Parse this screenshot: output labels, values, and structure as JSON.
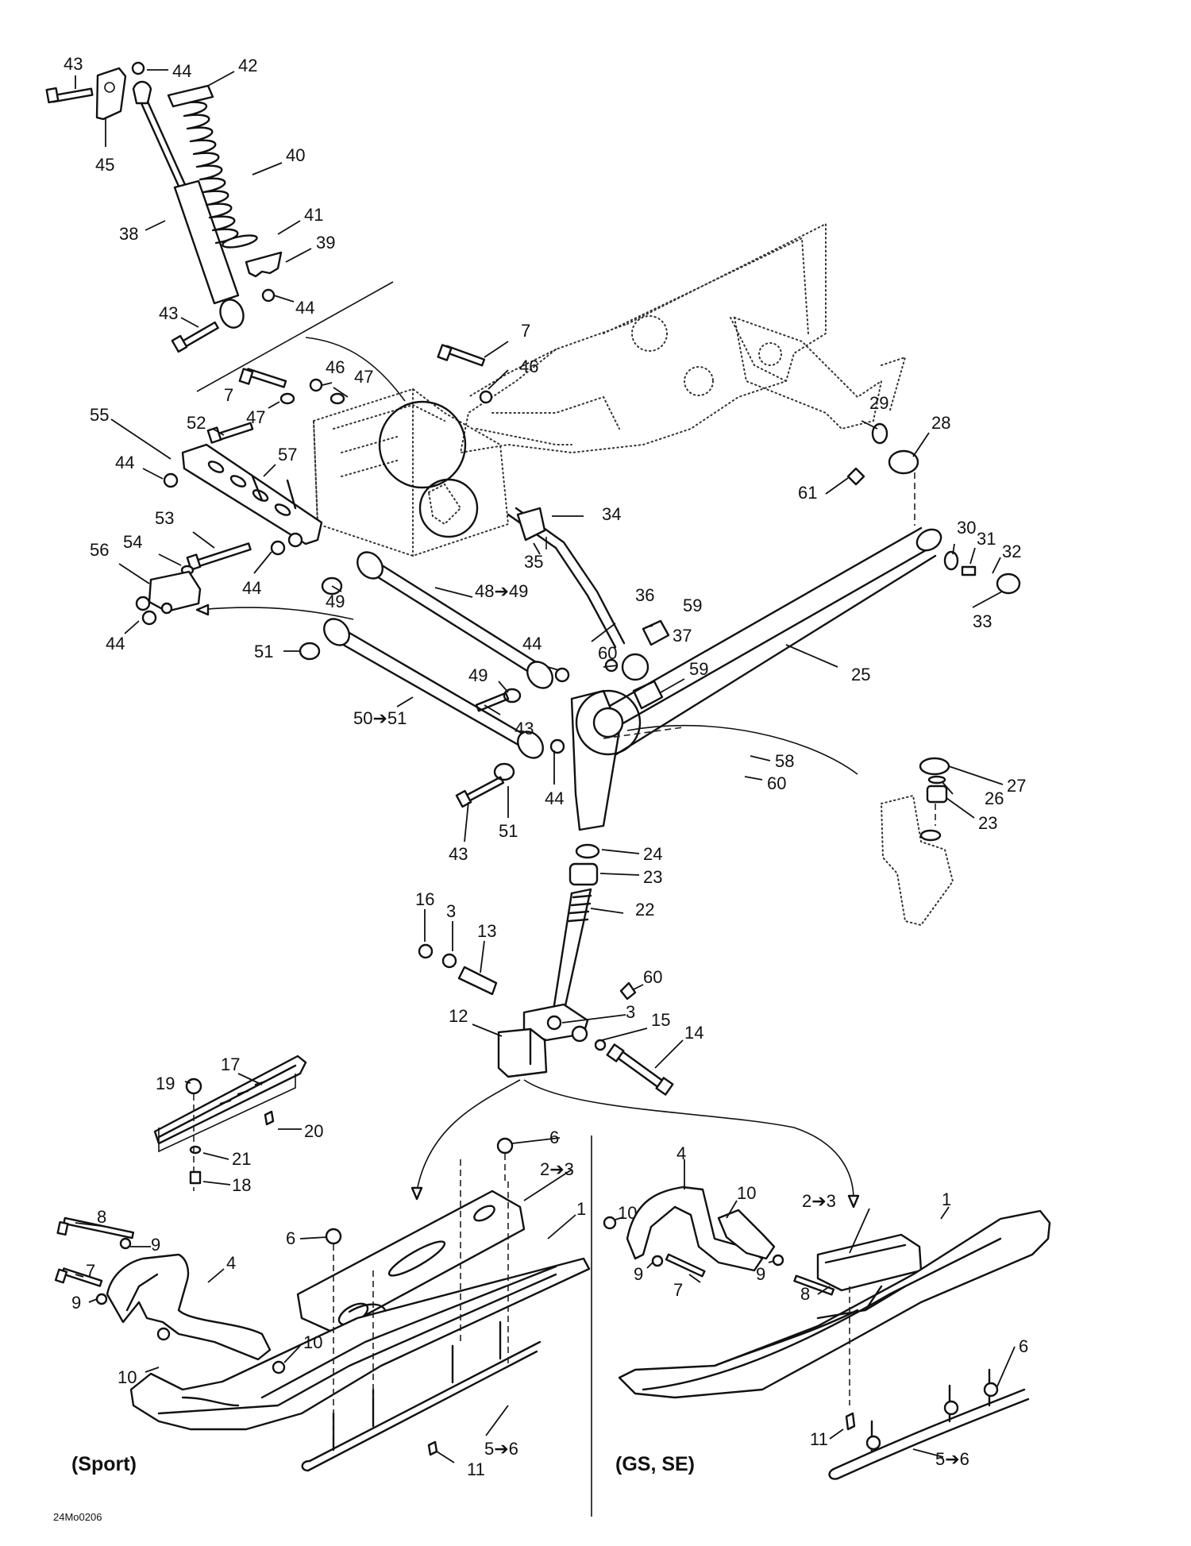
{
  "diagram": {
    "callouts": {
      "c43a": "43",
      "c44a": "44",
      "c42": "42",
      "c45": "45",
      "c40": "40",
      "c38": "38",
      "c41": "41",
      "c39": "39",
      "c43b": "43",
      "c44b": "44",
      "c7a": "7",
      "c46a": "46",
      "c46b": "46",
      "c47a": "47",
      "c7b": "7",
      "c47b": "47",
      "c55": "55",
      "c52": "52",
      "c57": "57",
      "c44c": "44",
      "c53": "53",
      "c54": "54",
      "c56": "56",
      "c44d": "44",
      "c44e": "44",
      "c49a": "49",
      "c48_49": "48➔49",
      "c51a": "51",
      "c49b": "49",
      "c43c": "43",
      "c50_51": "50➔51",
      "c43d": "43",
      "c51b": "51",
      "c44f": "44",
      "c44g": "44",
      "c29": "29",
      "c28": "28",
      "c61": "61",
      "c34": "34",
      "c35": "35",
      "c30": "30",
      "c31": "31",
      "c32": "32",
      "c33": "33",
      "c36": "36",
      "c59a": "59",
      "c37": "37",
      "c60a": "60",
      "c59b": "59",
      "c25": "25",
      "c58": "58",
      "c60b": "60",
      "c27": "27",
      "c26": "26",
      "c23a": "23",
      "c24": "24",
      "c23b": "23",
      "c22": "22",
      "c16": "16",
      "c3a": "3",
      "c13": "13",
      "c60c": "60",
      "c12": "12",
      "c3b": "3",
      "c15": "15",
      "c14": "14",
      "c17": "17",
      "c19": "19",
      "c20": "20",
      "c21": "21",
      "c18": "18",
      "c6a": "6",
      "c2_3a": "2➔3",
      "c1a": "1",
      "c8a": "8",
      "c9a": "9",
      "c4a": "4",
      "c6b": "6",
      "c7c": "7",
      "c9b": "9",
      "c10a": "10",
      "c10b": "10",
      "c5_6a": "5➔6",
      "c11a": "11",
      "c4b": "4",
      "c10c": "10",
      "c10d": "10",
      "c2_3b": "2➔3",
      "c1b": "1",
      "c9c": "9",
      "c9d": "9",
      "c7d": "7",
      "c8b": "8",
      "c6c": "6",
      "c11b": "11",
      "c5_6b": "5➔6"
    },
    "sections": {
      "sport": "(Sport)",
      "gs_se": "(GS, SE)"
    },
    "drawing_code": "24Mo0206"
  }
}
